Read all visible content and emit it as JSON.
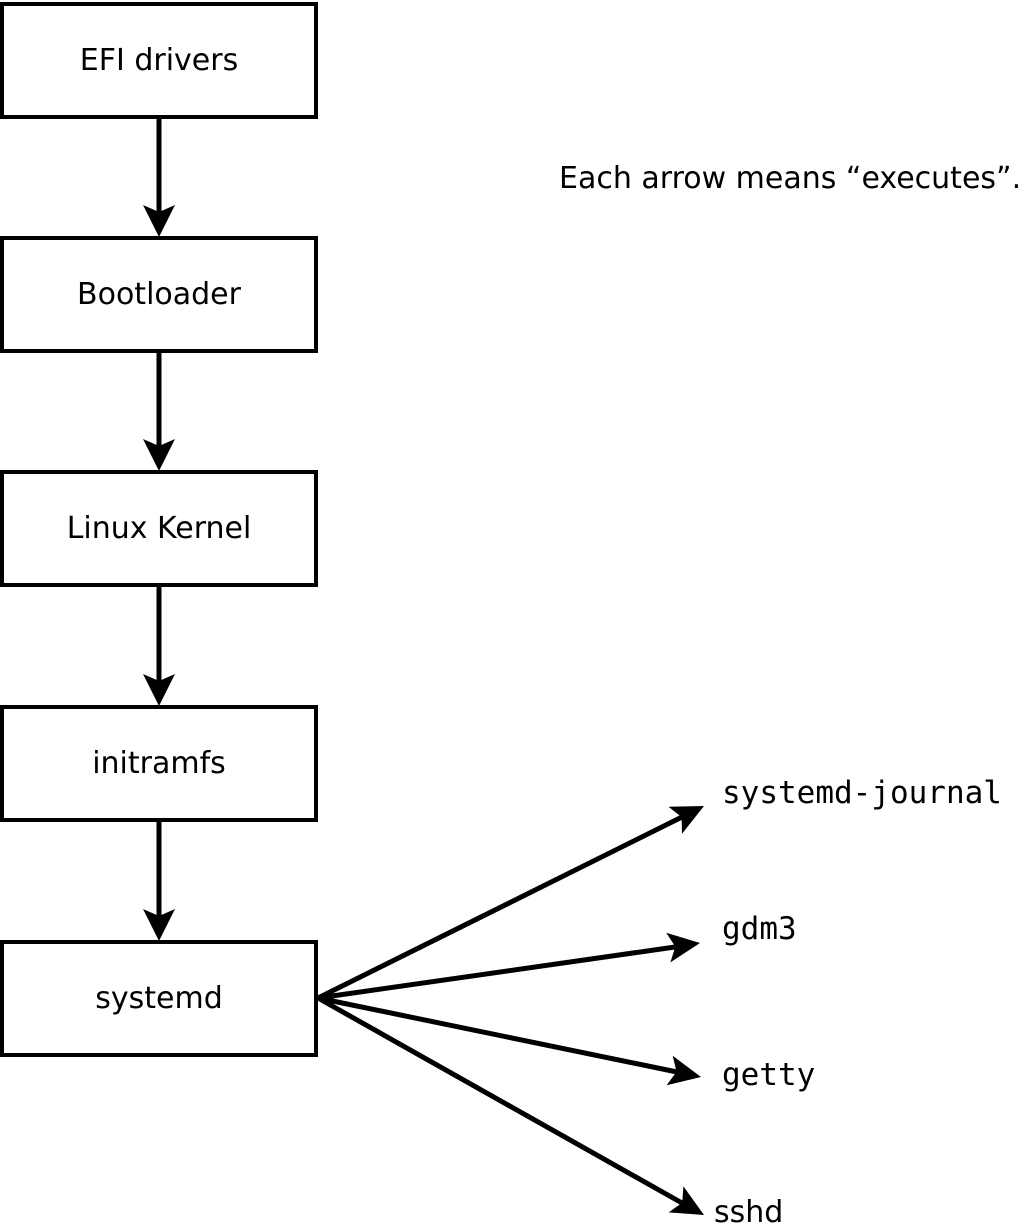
{
  "note": "Each arrow means “executes”.",
  "boot_chain": [
    {
      "label": "EFI drivers"
    },
    {
      "label": "Bootloader"
    },
    {
      "label": "Linux Kernel"
    },
    {
      "label": "initramfs"
    },
    {
      "label": "systemd"
    }
  ],
  "spawned_processes": [
    {
      "label": "systemd-journal"
    },
    {
      "label": "gdm3"
    },
    {
      "label": "getty"
    },
    {
      "label": "sshd"
    }
  ],
  "colors": {
    "ink": "#000000",
    "background": "#ffffff",
    "box_fill": "#ffffff"
  }
}
